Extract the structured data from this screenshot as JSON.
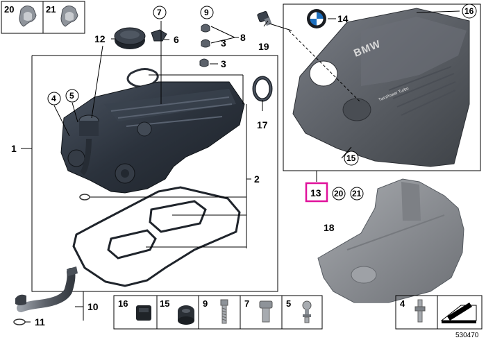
{
  "diagram_number": "530470",
  "cover_text": {
    "brand": "BMW",
    "engine_label": "TwinPower Turbo"
  },
  "callouts": {
    "p1": "1",
    "p2": "2",
    "p3a": "3",
    "p3b": "3",
    "p4": "4",
    "p5": "5",
    "p6": "6",
    "p7": "7",
    "p8": "8",
    "p9": "9",
    "p10": "10",
    "p11": "11",
    "p12": "12",
    "p13": "13",
    "p14": "14",
    "p15": "15",
    "p16": "16",
    "p17": "17",
    "p18": "18",
    "p19": "19",
    "p20": "20",
    "p21": "21"
  },
  "top_legend": [
    {
      "number": "20",
      "icon": "clip-icon"
    },
    {
      "number": "21",
      "icon": "clip-icon"
    }
  ],
  "bottom_legend": [
    {
      "number": "16",
      "icon": "rubber-mount-icon"
    },
    {
      "number": "15",
      "icon": "grommet-icon"
    },
    {
      "number": "9",
      "icon": "screw-icon"
    },
    {
      "number": "7",
      "icon": "bolt-icon"
    },
    {
      "number": "5",
      "icon": "ball-stud-icon"
    }
  ],
  "right_legend": [
    {
      "number": "4",
      "icon": "stud-icon"
    },
    {
      "number": "",
      "icon": "wrench-icon"
    }
  ],
  "colors": {
    "highlight": "#e0119b",
    "part_dark": "#2e3540",
    "cover_grey": "#5c6068",
    "shield_grey": "#8a8d92"
  }
}
